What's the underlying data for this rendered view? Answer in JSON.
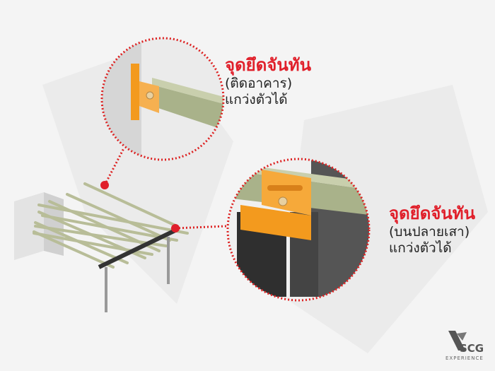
{
  "callouts": [
    {
      "title": "จุดยึดจันทัน",
      "subtitle": "(ติดอาคาร)",
      "note": "แกว่งตัวได้"
    },
    {
      "title": "จุดยึดจันทัน",
      "subtitle": "(บนปลายเสา)",
      "note": "แกว่งตัวได้"
    }
  ],
  "logo": {
    "brand": "SCG",
    "tagline": "EXPERIENCE"
  },
  "colors": {
    "accent_red": "#e0202b",
    "bracket_orange": "#f39a1e",
    "beam_green": "#a9b28a",
    "steel_dark": "#3a3a3a"
  }
}
